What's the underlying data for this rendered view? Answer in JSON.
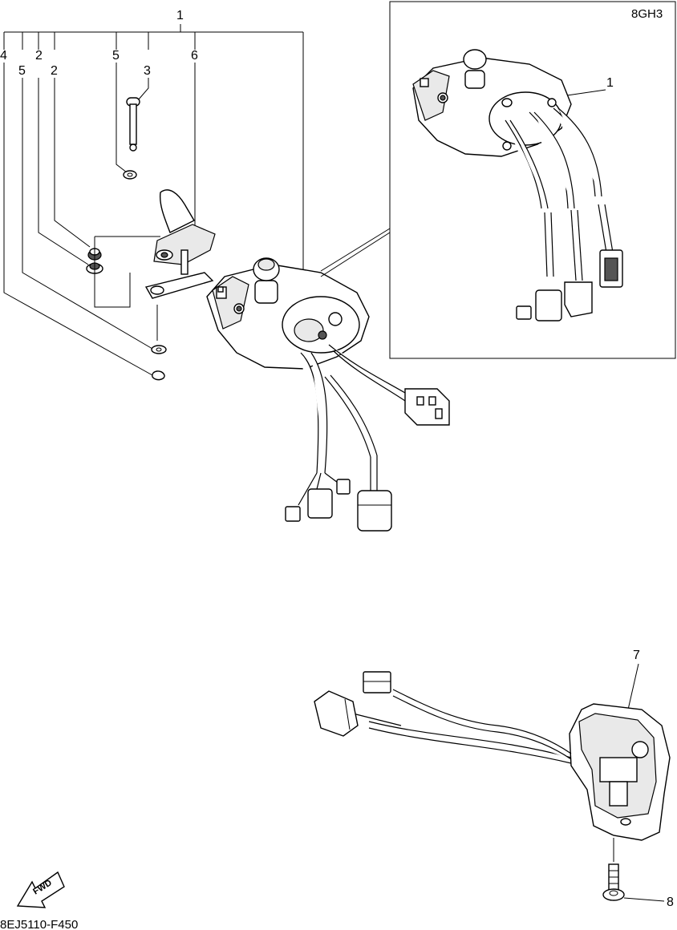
{
  "diagram": {
    "callouts": {
      "c1_top": "1",
      "c4": "4",
      "c5_left": "5",
      "c2_a": "2",
      "c2_b": "2",
      "c5_right": "5",
      "c3": "3",
      "c6": "6",
      "c1_inset": "1",
      "c7": "7",
      "c8": "8"
    },
    "inset_code": "8GH3",
    "fwd_label": "FWD",
    "figure_code": "8EJ5110-F450"
  }
}
